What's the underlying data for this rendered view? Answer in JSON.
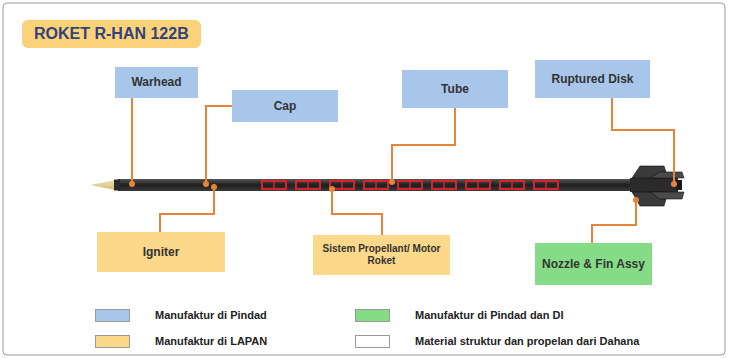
{
  "diagram": {
    "title": "ROKET R-HAN 122B",
    "nodes": [
      {
        "text": [
          "Warhead"
        ]
      },
      {
        "text": [
          "Cap"
        ]
      },
      {
        "text": [
          "Tube"
        ]
      },
      {
        "text": [
          "Ruptured Disk"
        ]
      },
      {
        "text": [
          "Igniter"
        ]
      },
      {
        "text": [
          "Sistem Propellant/ Motor Roket"
        ]
      },
      {
        "text": [
          "Nozzle & Fin Assy"
        ]
      }
    ],
    "legend": [
      {
        "text": "Manufaktur di Pindad",
        "color": "#a8c6ea"
      },
      {
        "text": "Manufaktur di LAPAN",
        "color": "#fbd88a"
      },
      {
        "text": "Manufaktur di Pindad dan DI",
        "color": "#86dc86"
      },
      {
        "text": "Material struktur dan propelan dari Dahana",
        "color": "#ffffff"
      }
    ]
  }
}
